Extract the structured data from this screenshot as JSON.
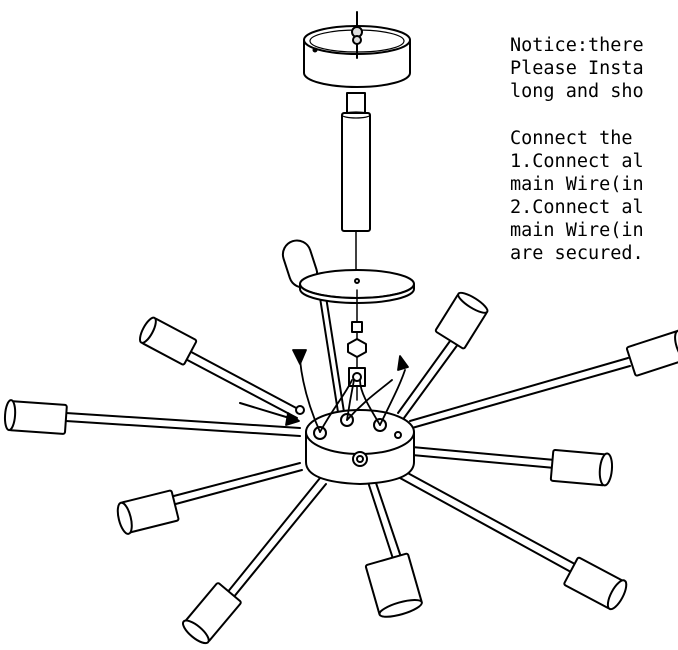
{
  "notes": {
    "notice": [
      "Notice:there",
      "Please Insta",
      "long and sho"
    ],
    "connect": [
      "Connect the",
      "1.Connect al",
      "main Wire(in",
      "2.Connect al",
      "main Wire(in",
      "are secured."
    ]
  },
  "colors": {
    "line": "#000000",
    "fill": "#ffffff"
  }
}
